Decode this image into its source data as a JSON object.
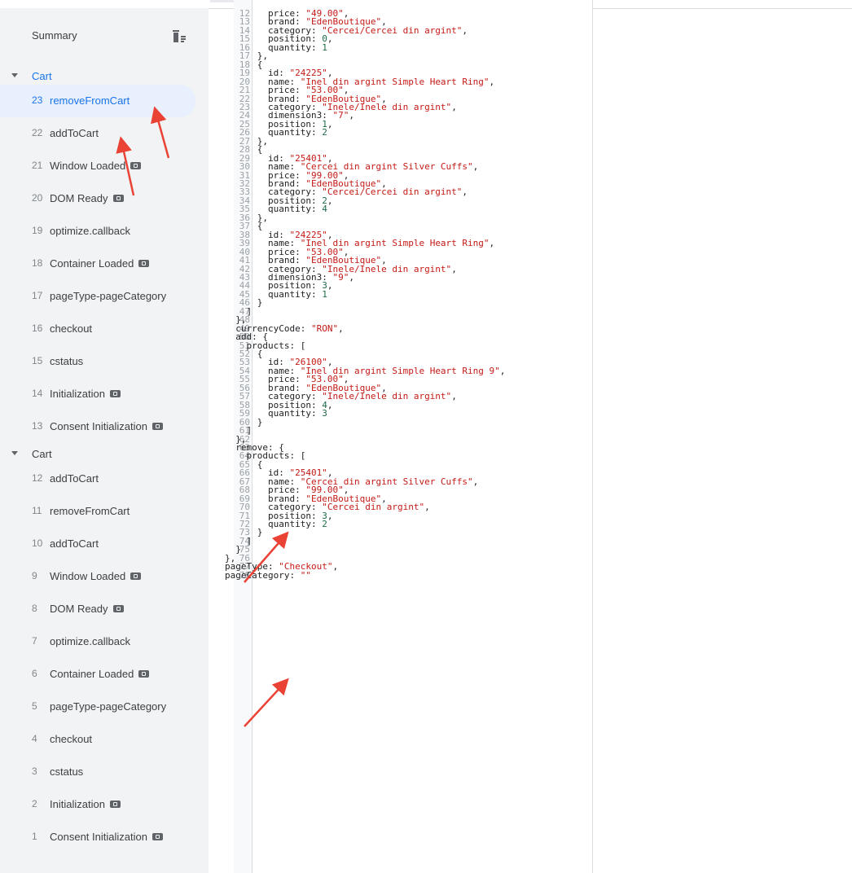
{
  "sidebar": {
    "summary_label": "Summary",
    "groups": [
      {
        "label": "Cart",
        "items": [
          {
            "num": "23",
            "label": "removeFromCart",
            "selected": true,
            "badge": false
          },
          {
            "num": "22",
            "label": "addToCart",
            "badge": false
          },
          {
            "num": "21",
            "label": "Window Loaded",
            "badge": true
          },
          {
            "num": "20",
            "label": "DOM Ready",
            "badge": true
          },
          {
            "num": "19",
            "label": "optimize.callback",
            "badge": false
          },
          {
            "num": "18",
            "label": "Container Loaded",
            "badge": true
          },
          {
            "num": "17",
            "label": "pageType-pageCategory",
            "badge": false
          },
          {
            "num": "16",
            "label": "checkout",
            "badge": false
          },
          {
            "num": "15",
            "label": "cstatus",
            "badge": false
          },
          {
            "num": "14",
            "label": "Initialization",
            "badge": true
          },
          {
            "num": "13",
            "label": "Consent Initialization",
            "badge": true
          }
        ]
      },
      {
        "label": "Cart",
        "items": [
          {
            "num": "12",
            "label": "addToCart",
            "badge": false
          },
          {
            "num": "11",
            "label": "removeFromCart",
            "badge": false
          },
          {
            "num": "10",
            "label": "addToCart",
            "badge": false
          },
          {
            "num": "9",
            "label": "Window Loaded",
            "badge": true
          },
          {
            "num": "8",
            "label": "DOM Ready",
            "badge": true
          },
          {
            "num": "7",
            "label": "optimize.callback",
            "badge": false
          },
          {
            "num": "6",
            "label": "Container Loaded",
            "badge": true
          },
          {
            "num": "5",
            "label": "pageType-pageCategory",
            "badge": false
          },
          {
            "num": "4",
            "label": "checkout",
            "badge": false
          },
          {
            "num": "3",
            "label": "cstatus",
            "badge": false
          },
          {
            "num": "2",
            "label": "Initialization",
            "badge": true
          },
          {
            "num": "1",
            "label": "Consent Initialization",
            "badge": true
          }
        ]
      }
    ]
  },
  "code_lines": [
    {
      "n": "12",
      "i": 8,
      "t": [
        [
          "k",
          "price: "
        ],
        [
          "s",
          "\"49.00\""
        ],
        [
          "k",
          ","
        ]
      ]
    },
    {
      "n": "13",
      "i": 8,
      "t": [
        [
          "k",
          "brand: "
        ],
        [
          "s",
          "\"EdenBoutique\""
        ],
        [
          "k",
          ","
        ]
      ]
    },
    {
      "n": "14",
      "i": 8,
      "t": [
        [
          "k",
          "category: "
        ],
        [
          "s",
          "\"Cercei/Cercei din argint\""
        ],
        [
          "k",
          ","
        ]
      ]
    },
    {
      "n": "15",
      "i": 8,
      "t": [
        [
          "k",
          "position: "
        ],
        [
          "n",
          "0"
        ],
        [
          "k",
          ","
        ]
      ]
    },
    {
      "n": "16",
      "i": 8,
      "t": [
        [
          "k",
          "quantity: "
        ],
        [
          "n",
          "1"
        ]
      ]
    },
    {
      "n": "17",
      "i": 6,
      "t": [
        [
          "k",
          "},"
        ]
      ]
    },
    {
      "n": "18",
      "i": 6,
      "t": [
        [
          "k",
          "{"
        ]
      ]
    },
    {
      "n": "19",
      "i": 8,
      "t": [
        [
          "k",
          "id: "
        ],
        [
          "s",
          "\"24225\""
        ],
        [
          "k",
          ","
        ]
      ]
    },
    {
      "n": "20",
      "i": 8,
      "t": [
        [
          "k",
          "name: "
        ],
        [
          "s",
          "\"Inel din argint Simple Heart Ring\""
        ],
        [
          "k",
          ","
        ]
      ]
    },
    {
      "n": "21",
      "i": 8,
      "t": [
        [
          "k",
          "price: "
        ],
        [
          "s",
          "\"53.00\""
        ],
        [
          "k",
          ","
        ]
      ]
    },
    {
      "n": "22",
      "i": 8,
      "t": [
        [
          "k",
          "brand: "
        ],
        [
          "s",
          "\"EdenBoutique\""
        ],
        [
          "k",
          ","
        ]
      ]
    },
    {
      "n": "23",
      "i": 8,
      "t": [
        [
          "k",
          "category: "
        ],
        [
          "s",
          "\"Inele/Inele din argint\""
        ],
        [
          "k",
          ","
        ]
      ]
    },
    {
      "n": "24",
      "i": 8,
      "t": [
        [
          "k",
          "dimension3: "
        ],
        [
          "s",
          "\"7\""
        ],
        [
          "k",
          ","
        ]
      ]
    },
    {
      "n": "25",
      "i": 8,
      "t": [
        [
          "k",
          "position: "
        ],
        [
          "n",
          "1"
        ],
        [
          "k",
          ","
        ]
      ]
    },
    {
      "n": "26",
      "i": 8,
      "t": [
        [
          "k",
          "quantity: "
        ],
        [
          "n",
          "2"
        ]
      ]
    },
    {
      "n": "27",
      "i": 6,
      "t": [
        [
          "k",
          "},"
        ]
      ]
    },
    {
      "n": "28",
      "i": 6,
      "t": [
        [
          "k",
          "{"
        ]
      ]
    },
    {
      "n": "29",
      "i": 8,
      "t": [
        [
          "k",
          "id: "
        ],
        [
          "s",
          "\"25401\""
        ],
        [
          "k",
          ","
        ]
      ]
    },
    {
      "n": "30",
      "i": 8,
      "t": [
        [
          "k",
          "name: "
        ],
        [
          "s",
          "\"Cercei din argint Silver Cuffs\""
        ],
        [
          "k",
          ","
        ]
      ]
    },
    {
      "n": "31",
      "i": 8,
      "t": [
        [
          "k",
          "price: "
        ],
        [
          "s",
          "\"99.00\""
        ],
        [
          "k",
          ","
        ]
      ]
    },
    {
      "n": "32",
      "i": 8,
      "t": [
        [
          "k",
          "brand: "
        ],
        [
          "s",
          "\"EdenBoutique\""
        ],
        [
          "k",
          ","
        ]
      ]
    },
    {
      "n": "33",
      "i": 8,
      "t": [
        [
          "k",
          "category: "
        ],
        [
          "s",
          "\"Cercei/Cercei din argint\""
        ],
        [
          "k",
          ","
        ]
      ]
    },
    {
      "n": "34",
      "i": 8,
      "t": [
        [
          "k",
          "position: "
        ],
        [
          "n",
          "2"
        ],
        [
          "k",
          ","
        ]
      ]
    },
    {
      "n": "35",
      "i": 8,
      "t": [
        [
          "k",
          "quantity: "
        ],
        [
          "n",
          "4"
        ]
      ]
    },
    {
      "n": "36",
      "i": 6,
      "t": [
        [
          "k",
          "},"
        ]
      ]
    },
    {
      "n": "37",
      "i": 6,
      "t": [
        [
          "k",
          "{"
        ]
      ]
    },
    {
      "n": "38",
      "i": 8,
      "t": [
        [
          "k",
          "id: "
        ],
        [
          "s",
          "\"24225\""
        ],
        [
          "k",
          ","
        ]
      ]
    },
    {
      "n": "39",
      "i": 8,
      "t": [
        [
          "k",
          "name: "
        ],
        [
          "s",
          "\"Inel din argint Simple Heart Ring\""
        ],
        [
          "k",
          ","
        ]
      ]
    },
    {
      "n": "40",
      "i": 8,
      "t": [
        [
          "k",
          "price: "
        ],
        [
          "s",
          "\"53.00\""
        ],
        [
          "k",
          ","
        ]
      ]
    },
    {
      "n": "41",
      "i": 8,
      "t": [
        [
          "k",
          "brand: "
        ],
        [
          "s",
          "\"EdenBoutique\""
        ],
        [
          "k",
          ","
        ]
      ]
    },
    {
      "n": "42",
      "i": 8,
      "t": [
        [
          "k",
          "category: "
        ],
        [
          "s",
          "\"Inele/Inele din argint\""
        ],
        [
          "k",
          ","
        ]
      ]
    },
    {
      "n": "43",
      "i": 8,
      "t": [
        [
          "k",
          "dimension3: "
        ],
        [
          "s",
          "\"9\""
        ],
        [
          "k",
          ","
        ]
      ]
    },
    {
      "n": "44",
      "i": 8,
      "t": [
        [
          "k",
          "position: "
        ],
        [
          "n",
          "3"
        ],
        [
          "k",
          ","
        ]
      ]
    },
    {
      "n": "45",
      "i": 8,
      "t": [
        [
          "k",
          "quantity: "
        ],
        [
          "n",
          "1"
        ]
      ]
    },
    {
      "n": "46",
      "i": 6,
      "t": [
        [
          "k",
          "}"
        ]
      ]
    },
    {
      "n": "47",
      "i": 4,
      "t": [
        [
          "k",
          "]"
        ]
      ]
    },
    {
      "n": "48",
      "i": 2,
      "t": [
        [
          "k",
          "},"
        ]
      ]
    },
    {
      "n": "49",
      "i": 2,
      "t": [
        [
          "k",
          "currencyCode: "
        ],
        [
          "s",
          "\"RON\""
        ],
        [
          "k",
          ","
        ]
      ]
    },
    {
      "n": "50",
      "i": 2,
      "t": [
        [
          "k",
          "add: {"
        ]
      ]
    },
    {
      "n": "51",
      "i": 4,
      "t": [
        [
          "k",
          "products: ["
        ]
      ]
    },
    {
      "n": "52",
      "i": 6,
      "t": [
        [
          "k",
          "{"
        ]
      ]
    },
    {
      "n": "53",
      "i": 8,
      "t": [
        [
          "k",
          "id: "
        ],
        [
          "s",
          "\"26100\""
        ],
        [
          "k",
          ","
        ]
      ]
    },
    {
      "n": "54",
      "i": 8,
      "t": [
        [
          "k",
          "name: "
        ],
        [
          "s",
          "\"Inel din argint Simple Heart Ring 9\""
        ],
        [
          "k",
          ","
        ]
      ]
    },
    {
      "n": "55",
      "i": 8,
      "t": [
        [
          "k",
          "price: "
        ],
        [
          "s",
          "\"53.00\""
        ],
        [
          "k",
          ","
        ]
      ]
    },
    {
      "n": "56",
      "i": 8,
      "t": [
        [
          "k",
          "brand: "
        ],
        [
          "s",
          "\"EdenBoutique\""
        ],
        [
          "k",
          ","
        ]
      ]
    },
    {
      "n": "57",
      "i": 8,
      "t": [
        [
          "k",
          "category: "
        ],
        [
          "s",
          "\"Inele/Inele din argint\""
        ],
        [
          "k",
          ","
        ]
      ]
    },
    {
      "n": "58",
      "i": 8,
      "t": [
        [
          "k",
          "position: "
        ],
        [
          "n",
          "4"
        ],
        [
          "k",
          ","
        ]
      ]
    },
    {
      "n": "59",
      "i": 8,
      "t": [
        [
          "k",
          "quantity: "
        ],
        [
          "n",
          "3"
        ]
      ]
    },
    {
      "n": "60",
      "i": 6,
      "t": [
        [
          "k",
          "}"
        ]
      ]
    },
    {
      "n": "61",
      "i": 4,
      "t": [
        [
          "k",
          "]"
        ]
      ]
    },
    {
      "n": "62",
      "i": 2,
      "t": [
        [
          "k",
          "},"
        ]
      ]
    },
    {
      "n": "63",
      "i": 2,
      "t": [
        [
          "k",
          "remove: {"
        ]
      ]
    },
    {
      "n": "64",
      "i": 4,
      "t": [
        [
          "k",
          "products: ["
        ]
      ]
    },
    {
      "n": "65",
      "i": 6,
      "t": [
        [
          "k",
          "{"
        ]
      ]
    },
    {
      "n": "66",
      "i": 8,
      "t": [
        [
          "k",
          "id: "
        ],
        [
          "s",
          "\"25401\""
        ],
        [
          "k",
          ","
        ]
      ]
    },
    {
      "n": "67",
      "i": 8,
      "t": [
        [
          "k",
          "name: "
        ],
        [
          "s",
          "\"Cercei din argint Silver Cuffs\""
        ],
        [
          "k",
          ","
        ]
      ]
    },
    {
      "n": "68",
      "i": 8,
      "t": [
        [
          "k",
          "price: "
        ],
        [
          "s",
          "\"99.00\""
        ],
        [
          "k",
          ","
        ]
      ]
    },
    {
      "n": "69",
      "i": 8,
      "t": [
        [
          "k",
          "brand: "
        ],
        [
          "s",
          "\"EdenBoutique\""
        ],
        [
          "k",
          ","
        ]
      ]
    },
    {
      "n": "70",
      "i": 8,
      "t": [
        [
          "k",
          "category: "
        ],
        [
          "s",
          "\"Cercei din argint\""
        ],
        [
          "k",
          ","
        ]
      ]
    },
    {
      "n": "71",
      "i": 8,
      "t": [
        [
          "k",
          "position: "
        ],
        [
          "n",
          "3"
        ],
        [
          "k",
          ","
        ]
      ]
    },
    {
      "n": "72",
      "i": 8,
      "t": [
        [
          "k",
          "quantity: "
        ],
        [
          "n",
          "2"
        ]
      ]
    },
    {
      "n": "73",
      "i": 6,
      "t": [
        [
          "k",
          "}"
        ]
      ]
    },
    {
      "n": "74",
      "i": 4,
      "t": [
        [
          "k",
          "]"
        ]
      ]
    },
    {
      "n": "75",
      "i": 2,
      "t": [
        [
          "k",
          "}"
        ]
      ]
    },
    {
      "n": "76",
      "i": 0,
      "t": [
        [
          "k",
          "},"
        ]
      ]
    },
    {
      "n": "77",
      "i": 0,
      "t": [
        [
          "k",
          "pageType: "
        ],
        [
          "s",
          "\"Checkout\""
        ],
        [
          "k",
          ","
        ]
      ]
    },
    {
      "n": "78",
      "i": 0,
      "t": [
        [
          "k",
          "pageCategory: "
        ],
        [
          "s",
          "\"\""
        ]
      ]
    }
  ],
  "colors": {
    "selected_text": "#1a73e8",
    "selected_bg": "#e8f0fe",
    "string": "#c41a16",
    "number": "#1c6b48",
    "arrow": "#ea4335"
  }
}
